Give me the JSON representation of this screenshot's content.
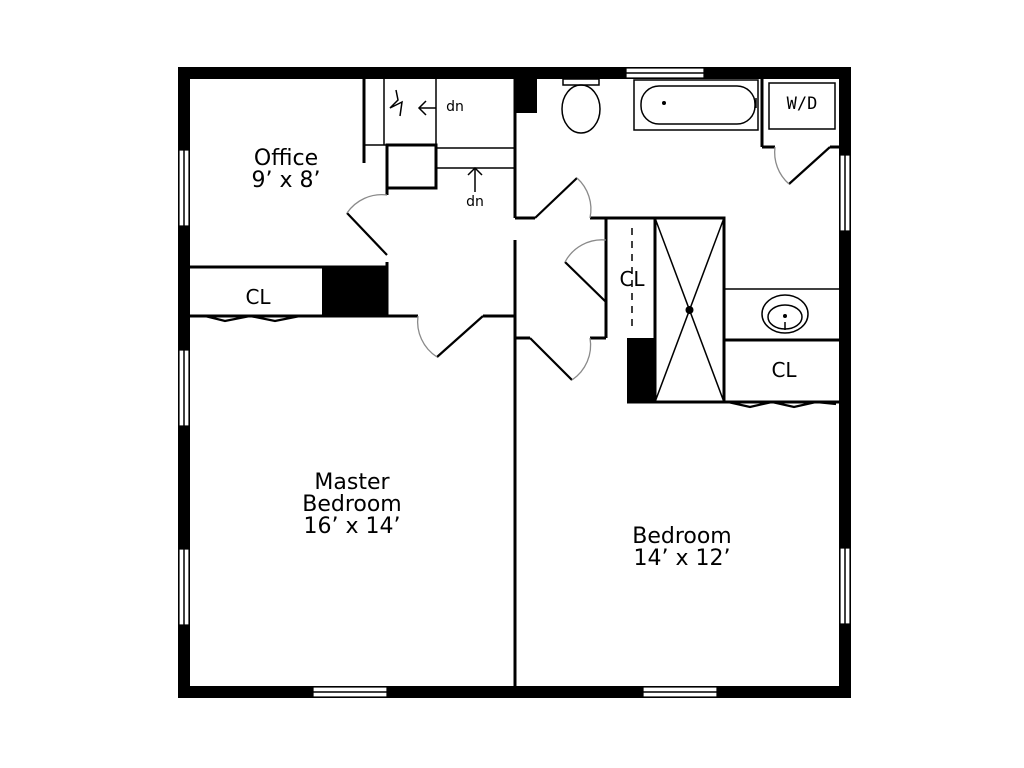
{
  "rooms": {
    "office": {
      "name": "Office",
      "size": "9’ x 8’"
    },
    "master_bedroom": {
      "name_line1": "Master",
      "name_line2": "Bedroom",
      "size": "16’ x 14’"
    },
    "bedroom": {
      "name": "Bedroom",
      "size": "14’ x 12’"
    }
  },
  "closets": {
    "office_closet": "CL",
    "hall_closet": "CL",
    "bedroom_closet": "CL"
  },
  "laundry": "W/D",
  "stairs": {
    "upper_label": "dn",
    "lower_label": "dn"
  },
  "colors": {
    "wall": "#000000",
    "door_swing": "#8a8a8a",
    "background": "#ffffff"
  }
}
